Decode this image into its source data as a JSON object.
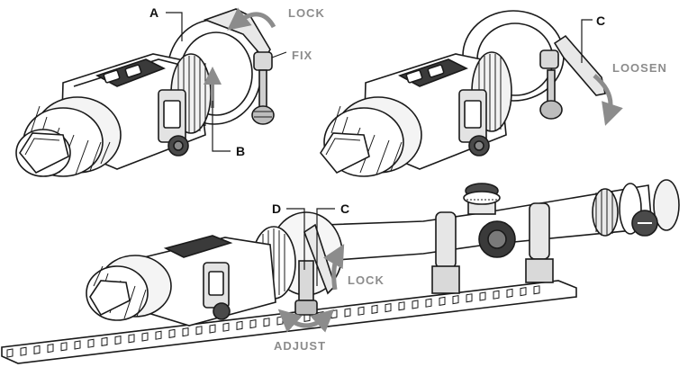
{
  "callouts": {
    "a": "A",
    "b": "B",
    "c": "C",
    "d": "D"
  },
  "actions": {
    "lock": "LOCK",
    "fix": "FIX",
    "loosen": "LOOSEN",
    "adjust": "ADJUST"
  },
  "colors": {
    "line": "#1a1a1a",
    "arrow": "#8c8c8c",
    "action_text": "#8c8c8c"
  }
}
